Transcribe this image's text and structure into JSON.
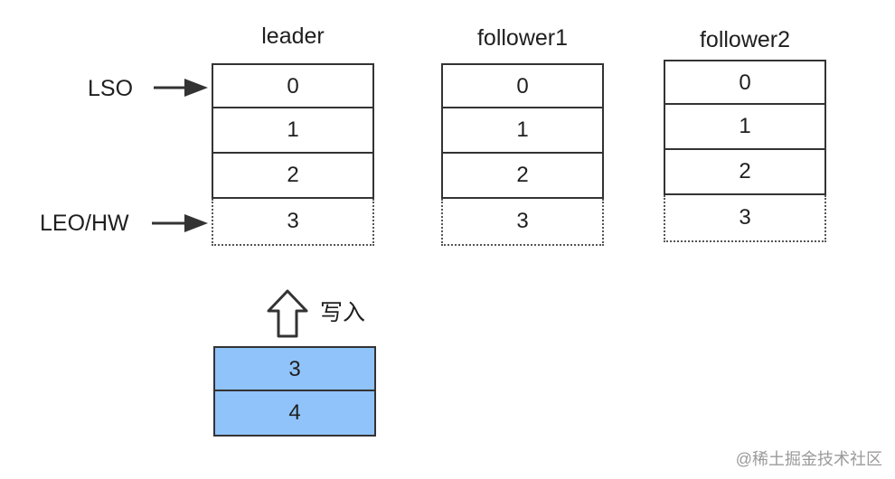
{
  "columns": [
    {
      "title": "leader",
      "offsets": [
        "0",
        "1",
        "2",
        "3"
      ]
    },
    {
      "title": "follower1",
      "offsets": [
        "0",
        "1",
        "2",
        "3"
      ]
    },
    {
      "title": "follower2",
      "offsets": [
        "0",
        "1",
        "2",
        "3"
      ]
    }
  ],
  "pointers": {
    "lso": "LSO",
    "leo_hw": "LEO/HW"
  },
  "write": {
    "label": "写入",
    "icon": "up-arrow-outline-icon",
    "incoming": [
      "3",
      "4"
    ]
  },
  "colors": {
    "border": "#333333",
    "incoming_fill": "#8fc3fa"
  },
  "watermark": "@稀土掘金技术社区"
}
